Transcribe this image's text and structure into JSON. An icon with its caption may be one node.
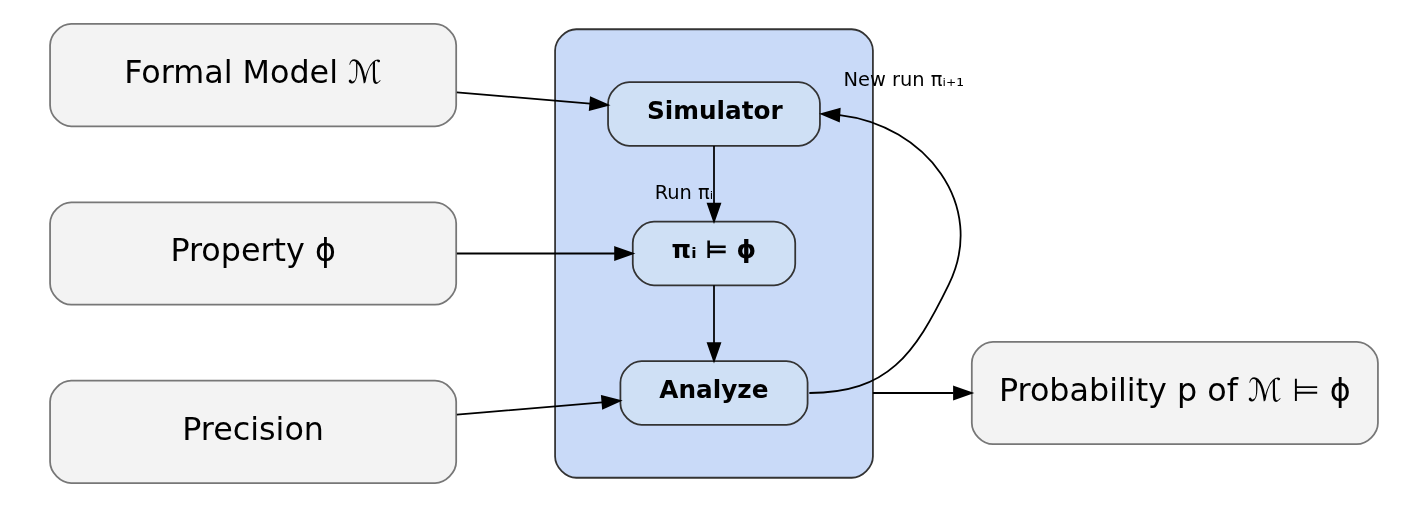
{
  "diagram": {
    "nodes": [
      {
        "text": [
          "Formal Model ℳ"
        ]
      },
      {
        "text": [
          "Property ϕ"
        ]
      },
      {
        "text": [
          "Precision"
        ]
      },
      {
        "text": [],
        "shape": "box"
      },
      {
        "text": [
          "Simulator"
        ],
        "in": 3
      },
      {
        "text": [
          "πᵢ ⊨ ϕ"
        ],
        "in": 3
      },
      {
        "text": [
          "Analyze"
        ],
        "in": 3
      },
      {
        "text": [
          "Probability p of ℳ ⊨ ϕ"
        ]
      }
    ],
    "edges": [
      {
        "from": 0,
        "to": 4,
        "arrow": "to"
      },
      {
        "from": 4,
        "to": 5,
        "arrow": "to",
        "label": "Run πᵢ"
      },
      {
        "from": 1,
        "to": 5,
        "arrow": "to"
      },
      {
        "from": 5,
        "to": 6,
        "arrow": "to"
      },
      {
        "from": 2,
        "to": 6,
        "arrow": "to"
      },
      {
        "from": 6,
        "to": 4,
        "arrow": "to",
        "label": "New run πᵢ₊₁"
      },
      {
        "from": 3,
        "to": 7,
        "arrow": "to"
      }
    ]
  }
}
